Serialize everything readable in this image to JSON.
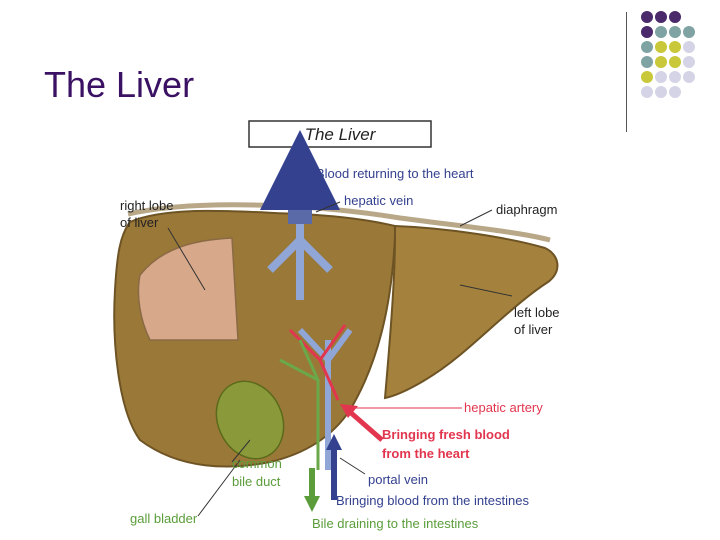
{
  "slide": {
    "title": "The Liver"
  },
  "colors": {
    "title": "#3b1163",
    "dot_purple": "#4a2a6b",
    "dot_teal": "#7fa3a3",
    "dot_olive": "#c8c83a",
    "dot_lavender": "#d4d4e6",
    "liver": "#9a7838",
    "blood_arrow": "#34418f",
    "artery_arrow": "#e2364f",
    "bile_arrow": "#5a9d3a"
  },
  "diagram": {
    "box_title": "The Liver",
    "labels": {
      "blood_returning": "Blood returning to the heart",
      "hepatic_vein": "hepatic vein",
      "diaphragm": "diaphragm",
      "right_lobe_1": "right lobe",
      "right_lobe_2": "of liver",
      "left_lobe_1": "left lobe",
      "left_lobe_2": "of liver",
      "hepatic_artery": "hepatic artery",
      "fresh_blood_1": "Bringing fresh blood",
      "fresh_blood_2": "from the heart",
      "common_bile_1": "common",
      "common_bile_2": "bile duct",
      "portal_vein": "portal vein",
      "blood_intestines": "Bringing blood from the intestines",
      "gall_bladder": "gall bladder",
      "bile_draining": "Bile draining to the intestines"
    }
  }
}
